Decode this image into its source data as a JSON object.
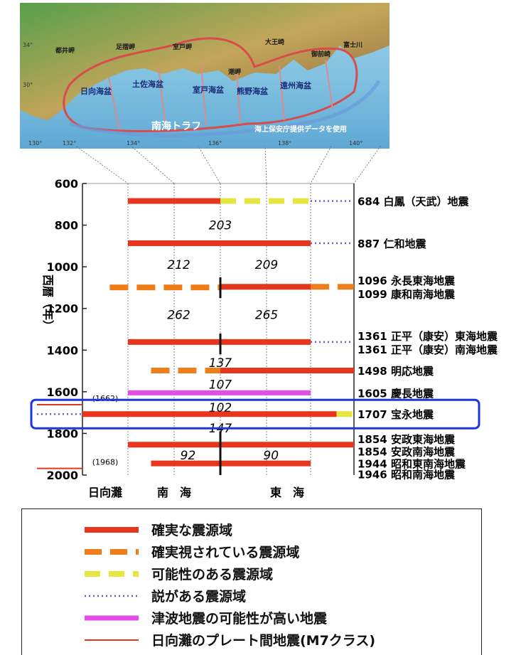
{
  "map": {
    "labels": {
      "hyuganada": "日向海盆",
      "tosa": "土佐海盆",
      "muroto_basin": "室戸海盆",
      "kumano": "熊野海盆",
      "enshu": "遠州海盆",
      "nankai_trough": "南海トラフ",
      "credit": "海上保安庁提供データを使用",
      "ashizuri": "足摺岬",
      "muroto_cape": "室戸岬",
      "shiono": "潮岬",
      "daiou": "大王崎",
      "omaezaki": "御前崎",
      "toi": "都井岬",
      "fuji": "富士川",
      "lat34": "34°",
      "lat30": "30°",
      "lon130": "130°",
      "lon132": "132°",
      "lon134": "134°",
      "lon136": "136°",
      "lon138": "138°",
      "lon140": "140°"
    }
  },
  "chart_data": {
    "type": "timeline",
    "ylabel": "西暦（年）",
    "ylim": [
      600,
      2000
    ],
    "yticks": [
      "600",
      "800",
      "1000",
      "1200",
      "1400",
      "1600",
      "1800",
      "2000"
    ],
    "yticks_values": [
      600,
      800,
      1000,
      1200,
      1400,
      1600,
      1800,
      2000
    ],
    "xlim": [
      0,
      7
    ],
    "region_labels": [
      "日向灘",
      "南　海",
      "東　海"
    ],
    "segments": [
      {
        "year": 684,
        "x0": 1,
        "x1": 3,
        "style": "solid"
      },
      {
        "year": 684,
        "x0": 3,
        "x1": 5,
        "style": "yellow"
      },
      {
        "year": 684,
        "x0": 5,
        "x1": 6,
        "style": "dotted"
      },
      {
        "year": 887,
        "x0": 1,
        "x1": 5,
        "style": "solid"
      },
      {
        "year": 887,
        "x0": 5,
        "x1": 6,
        "style": "dotted"
      },
      {
        "year": 1099,
        "x0": 0.6,
        "x1": 3,
        "style": "orange"
      },
      {
        "year": 1096,
        "x0": 3,
        "x1": 5,
        "style": "solid"
      },
      {
        "year": 1096,
        "x0": 5,
        "x1": 6,
        "style": "orange"
      },
      {
        "year": 1361,
        "x0": 1,
        "x1": 5,
        "style": "solid"
      },
      {
        "year": 1361,
        "x0": 5,
        "x1": 6,
        "style": "dotted"
      },
      {
        "year": 1498,
        "x0": 1.5,
        "x1": 3,
        "style": "orange"
      },
      {
        "year": 1498,
        "x0": 3,
        "x1": 6,
        "style": "solid"
      },
      {
        "year": 1605,
        "x0": 1,
        "x1": 5,
        "style": "magenta"
      },
      {
        "year": 1707,
        "x0": -1,
        "x1": 0,
        "style": "dotted"
      },
      {
        "year": 1707,
        "x0": 0,
        "x1": 5.6,
        "style": "solid"
      },
      {
        "year": 1707,
        "x0": 5.6,
        "x1": 6,
        "style": "yellow"
      },
      {
        "year": 1854,
        "x0": 1,
        "x1": 6,
        "style": "solid"
      },
      {
        "year": 1944,
        "x0": 1.5,
        "x1": 5,
        "style": "solid"
      },
      {
        "year": 1662,
        "x0": -1,
        "x1": 0,
        "style": "thin"
      },
      {
        "year": 1968,
        "x0": -1,
        "x1": 0,
        "style": "thin"
      }
    ],
    "thin_labels": [
      {
        "year": 1662,
        "text": "(1662)"
      },
      {
        "year": 1968,
        "text": "(1968)"
      }
    ],
    "separators": [
      {
        "y0": 1050,
        "y1": 1150
      },
      {
        "y0": 1320,
        "y1": 1420
      },
      {
        "y0": 1790,
        "y1": 2000
      }
    ],
    "intervals": [
      {
        "text": "203",
        "x": 3,
        "year": 800
      },
      {
        "text": "212",
        "x": 2.1,
        "year": 990
      },
      {
        "text": "209",
        "x": 4.0,
        "year": 990
      },
      {
        "text": "262",
        "x": 2.1,
        "year": 1230
      },
      {
        "text": "265",
        "x": 4.0,
        "year": 1230
      },
      {
        "text": "137",
        "x": 3,
        "year": 1460
      },
      {
        "text": "107",
        "x": 3,
        "year": 1565
      },
      {
        "text": "102",
        "x": 3,
        "year": 1675
      },
      {
        "text": "147",
        "x": 3,
        "year": 1775
      },
      {
        "text": "92",
        "x": 2.3,
        "year": 1905
      },
      {
        "text": "90",
        "x": 4.1,
        "year": 1905
      }
    ],
    "events": [
      {
        "year": 684,
        "label": "684  白鳳（天武）地震"
      },
      {
        "year": 887,
        "label": "887  仁和地震"
      },
      {
        "year": 1065,
        "label": "1096  永長東海地震"
      },
      {
        "year": 1130,
        "label": "1099  康和南海地震"
      },
      {
        "year": 1330,
        "label": "1361  正平（康安）東海地震"
      },
      {
        "year": 1395,
        "label": "1361  正平（康安）南海地震"
      },
      {
        "year": 1498,
        "label": "1498  明応地震"
      },
      {
        "year": 1605,
        "label": "1605  慶長地震"
      },
      {
        "year": 1707,
        "label": "1707  宝永地震"
      },
      {
        "year": 1825,
        "label": "1854  安政東海地震"
      },
      {
        "year": 1885,
        "label": "1854  安政南海地震"
      },
      {
        "year": 1944,
        "label": "1944  昭和東南海地震"
      },
      {
        "year": 1995,
        "label": "1946  昭和南海地震"
      }
    ],
    "highlight_year": 1707,
    "colors": {
      "solid": "#e8361e",
      "orange": "#ee7d1a",
      "yellow": "#e6e640",
      "dotted": "#7a5cc4",
      "magenta": "#e64ce6",
      "thin": "#e8361e",
      "highlight": "#1f35e0"
    }
  },
  "legend": {
    "items": [
      {
        "style": "solid",
        "label": "確実な震源域"
      },
      {
        "style": "orange",
        "label": "確実視されている震源域"
      },
      {
        "style": "yellow",
        "label": "可能性のある震源域"
      },
      {
        "style": "dotted",
        "label": "説がある震源域"
      },
      {
        "style": "magenta",
        "label": "津波地震の可能性が高い地震"
      },
      {
        "style": "thin",
        "label": "日向灘のプレート間地震(M7クラス)"
      }
    ]
  }
}
